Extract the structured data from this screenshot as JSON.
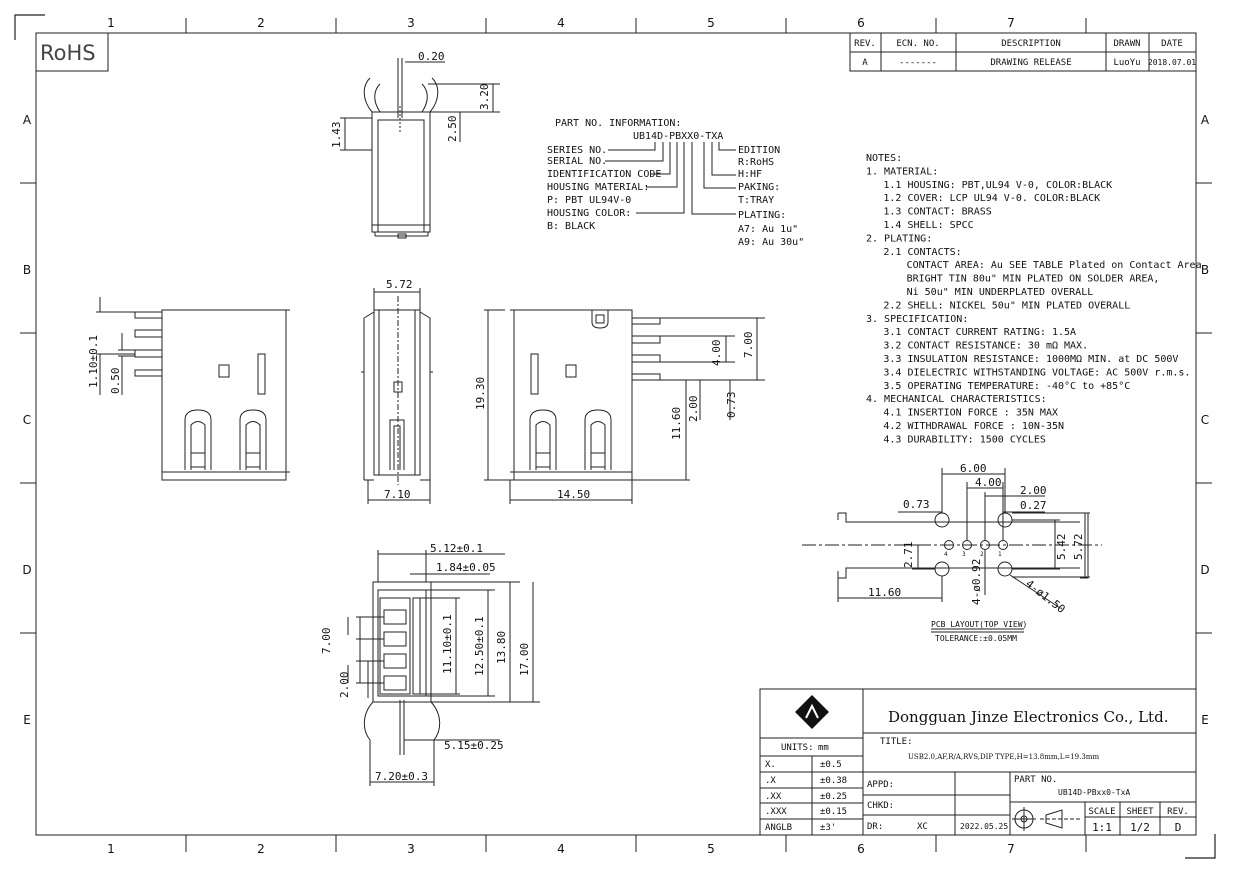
{
  "frame": {
    "cols": [
      "1",
      "2",
      "3",
      "4",
      "5",
      "6",
      "7"
    ],
    "rows": [
      "A",
      "B",
      "C",
      "D",
      "E"
    ]
  },
  "rohs": "RoHS",
  "revision": {
    "headers": [
      "REV.",
      "ECN. NO.",
      "DESCRIPTION",
      "DRAWN",
      "DATE"
    ],
    "row": [
      "A",
      "-------",
      "DRAWING RELEASE",
      "LuoYu",
      "2018.07.01"
    ]
  },
  "part_info": {
    "title": "PART NO. INFORMATION:",
    "code": "UB14D-PBXX0-TXA",
    "left": [
      "SERIES NO.",
      "SERIAL NO.",
      "IDENTIFICATION CODE",
      "HOUSING MATERIAL:",
      "P: PBT UL94V-0",
      "HOUSING COLOR:",
      "B: BLACK"
    ],
    "right": [
      "EDITION",
      "R:RoHS",
      "H:HF",
      "PAKING:",
      "T:TRAY",
      "PLATING:",
      "A7: Au 1u\"",
      "A9: Au 30u\""
    ]
  },
  "notes": [
    "NOTES:",
    "1. MATERIAL:",
    "   1.1 HOUSING: PBT,UL94 V-0, COLOR:BLACK",
    "   1.2 COVER: LCP UL94 V-0. COLOR:BLACK",
    "   1.3 CONTACT: BRASS",
    "   1.4 SHELL: SPCC",
    "2. PLATING:",
    "   2.1 CONTACTS:",
    "       CONTACT AREA: Au SEE TABLE Plated on Contact Area",
    "       BRIGHT TIN 80u\" MIN PLATED ON SOLDER AREA,",
    "       Ni 50u\" MIN UNDERPLATED OVERALL",
    "   2.2 SHELL:  NICKEL 50u\" MIN PLATED OVERALL",
    "3. SPECIFICATION:",
    "   3.1 CONTACT CURRENT RATING: 1.5A",
    "   3.2 CONTACT RESISTANCE: 30 mΩ MAX.",
    "   3.3 INSULATION RESISTANCE: 1000MΩ MIN. at DC 500V",
    "   3.4 DIELECTRIC WITHSTANDING VOLTAGE: AC 500V r.m.s.",
    "   3.5 OPERATING TEMPERATURE: -40°C to +85°C",
    "4. MECHANICAL CHARACTERISTICS:",
    "   4.1 INSERTION FORCE : 35N MAX",
    "   4.2 WITHDRAWAL FORCE : 10N-35N",
    "   4.3 DURABILITY: 1500 CYCLES"
  ],
  "dims": {
    "top_view": [
      "0.20",
      "3.20",
      "2.50",
      "1.43"
    ],
    "side_left": [
      "1.10±0.1",
      "0.50"
    ],
    "front": [
      "5.72",
      "19.30",
      "7.10"
    ],
    "side_right": [
      "4.00",
      "7.00",
      "2.00",
      "0.73",
      "11.60",
      "14.50"
    ],
    "bottom_view": [
      "5.12±0.1",
      "1.84±0.05",
      "7.00",
      "2.00",
      "11.10±0.1",
      "12.50±0.1",
      "13.80",
      "17.00",
      "5.15±0.25",
      "7.20±0.3"
    ],
    "pcb": [
      "6.00",
      "4.00",
      "2.00",
      "0.73",
      "0.27",
      "5.42",
      "5.72",
      "2.71",
      "4-ø0.92",
      "4-ø1.50",
      "11.60"
    ],
    "pcb_pins": [
      "4",
      "3",
      "2",
      "1"
    ]
  },
  "pcb_caption": "PCB LAYOUT(TOP VIEW)",
  "pcb_tolerance": "TOLERANCE:±0.05MM",
  "title_block": {
    "company": "Dongguan Jinze Electronics Co., Ltd.",
    "units_label": "UNITS:",
    "units_value": "mm",
    "tolerances": [
      [
        "X.",
        "±0.5"
      ],
      [
        ".X",
        "±0.38"
      ],
      [
        ".XX",
        "±0.25"
      ],
      [
        ".XXX",
        "±0.15"
      ],
      [
        "ANGLB",
        "±3'"
      ]
    ],
    "title_label": "TITLE:",
    "title_value": "USB2.0,AF,R/A,RVS,DIP TYPE,H=13.8mm,L=19.3mm",
    "appd": "APPD:",
    "chkd": "CHKD:",
    "dr": "DR:",
    "dr_name": "XC",
    "dr_date": "2022.05.25",
    "partno_label": "PART NO.",
    "partno": "UB14D-PBxx0-TxA",
    "scale_label": "SCALE",
    "sheet_label": "SHEET",
    "rev_label": "REV.",
    "scale": "1:1",
    "sheet": "1/2",
    "rev": "D"
  }
}
